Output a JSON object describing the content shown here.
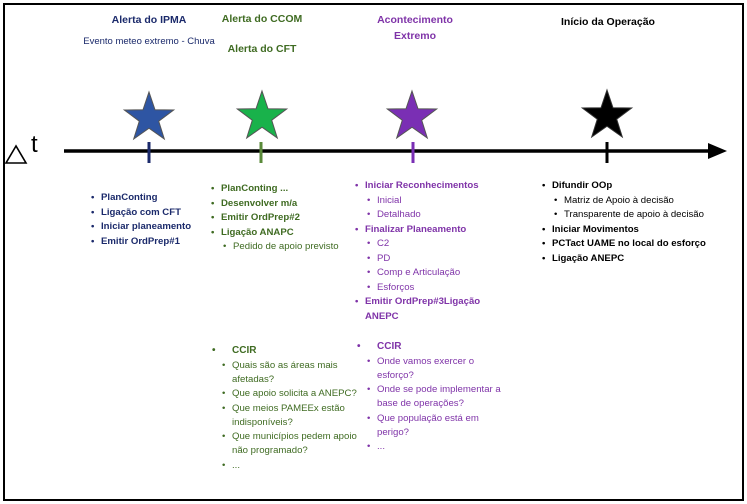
{
  "delta_label": "t",
  "colors": {
    "navy": "#1b2a6b",
    "green": "#3f6b22",
    "purple": "#7f33a8",
    "star_blue": "#2e55a3",
    "star_green": "#19b24b",
    "star_purple": "#7a2fb4",
    "star_black": "#000000"
  },
  "events": [
    {
      "title": "Alerta do IPMA",
      "subtitle": "Evento meteo extremo - Chuva",
      "actions": [
        {
          "text": "PlanConting",
          "sub": []
        },
        {
          "text": "Ligação com CFT",
          "sub": []
        },
        {
          "text": "Iniciar planeamento",
          "sub": []
        },
        {
          "text": "Emitir OrdPrep#1",
          "sub": []
        }
      ]
    },
    {
      "title": "Alerta do CCOM",
      "title2": "Alerta do CFT",
      "actions": [
        {
          "text": "PlanConting ...",
          "sub": []
        },
        {
          "text": "Desenvolver m/a",
          "sub": []
        },
        {
          "text": "Emitir OrdPrep#2",
          "sub": []
        },
        {
          "text": "Ligação ANAPC",
          "sub": [
            "Pedido de apoio previsto"
          ]
        }
      ],
      "ccir": {
        "title": "CCIR",
        "questions": [
          "Quais são as áreas mais afetadas?",
          "Que apoio solicita a ANEPC?",
          "Que meios PAMEEx estão indisponíveis?",
          "Que municípios pedem apoio não programado?",
          "..."
        ]
      }
    },
    {
      "title": "Acontecimento",
      "title2": "Extremo",
      "actions": [
        {
          "text": "Iniciar Reconhecimentos",
          "sub": [
            "Inicial",
            "Detalhado"
          ]
        },
        {
          "text": "Finalizar Planeamento",
          "sub": [
            "C2",
            "PD",
            "Comp e Articulação",
            "Esforços"
          ]
        },
        {
          "text": "Emitir OrdPrep#3Ligação ANEPC",
          "sub": []
        }
      ],
      "ccir": {
        "title": "CCIR",
        "questions": [
          "Onde vamos exercer o esforço?",
          "Onde se pode implementar a base de operações?",
          "Que população está em perigo?",
          "..."
        ]
      }
    },
    {
      "title": "Início da Operação",
      "actions": [
        {
          "text": "Difundir OOp",
          "sub": [
            "Matriz de Apoio à decisão",
            "Transparente de apoio à decisão"
          ]
        },
        {
          "text": "Iniciar Movimentos",
          "sub": []
        },
        {
          "text": "PCTact UAME no local do esforço",
          "sub": []
        },
        {
          "text": "Ligação ANEPC",
          "sub": []
        }
      ]
    }
  ]
}
